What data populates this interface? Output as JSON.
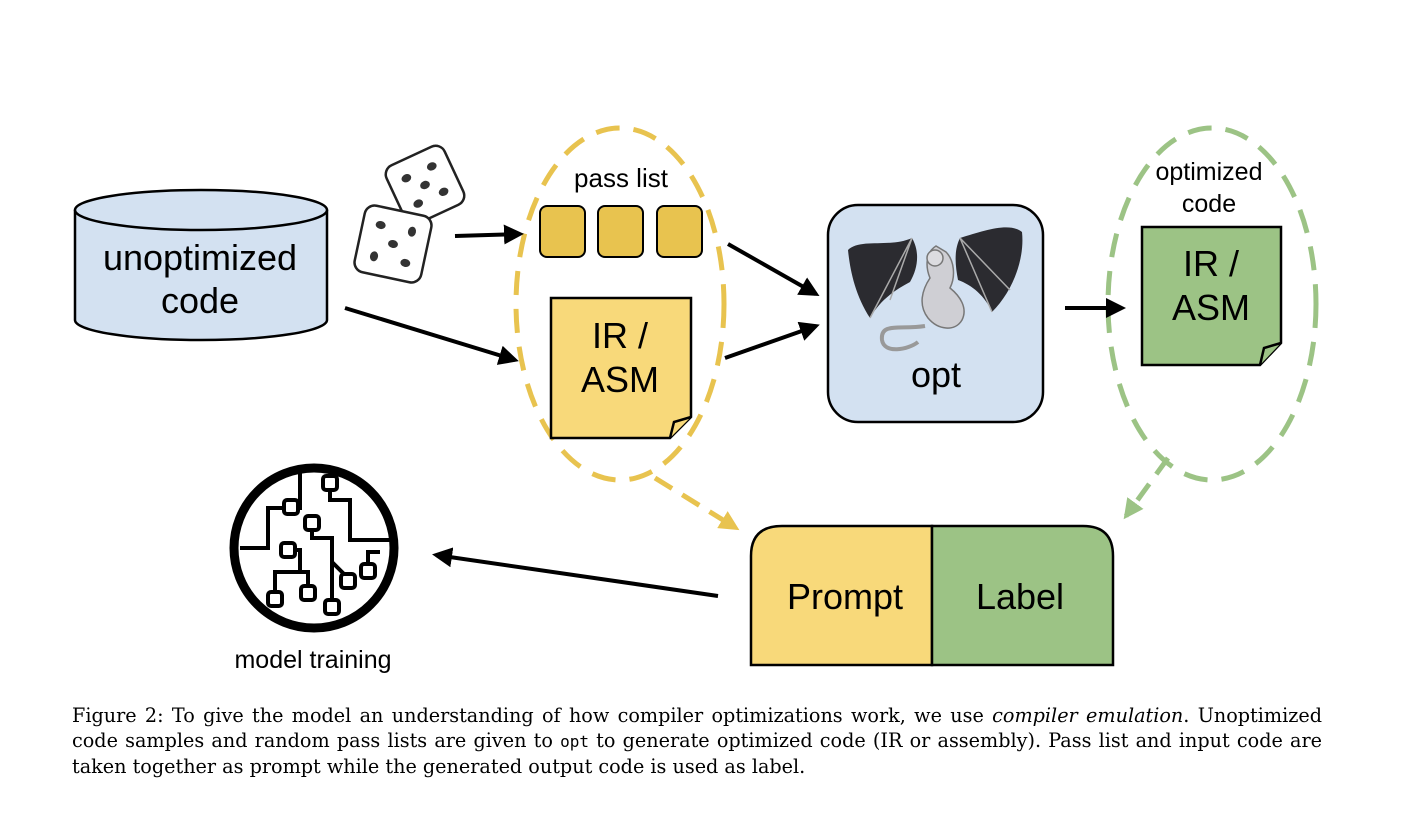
{
  "diagram": {
    "unoptimized_code_line1": "unoptimized",
    "unoptimized_code_line2": "code",
    "pass_list_label": "pass list",
    "input_doc_line1": "IR /",
    "input_doc_line2": "ASM",
    "opt_label": "opt",
    "optimized_code_line1": "optimized",
    "optimized_code_line2": "code",
    "output_doc_line1": "IR /",
    "output_doc_line2": "ASM",
    "prompt_label": "Prompt",
    "label_label": "Label",
    "model_training_label": "model training"
  },
  "caption": {
    "prefix": "Figure 2: To give the model an understanding of how compiler optimizations work, we use ",
    "emphasis": "compiler emulation",
    "middle": ". Unoptimized code samples and random pass lists are given to ",
    "code": "opt",
    "suffix": " to generate optimized code (IR or assembly). Pass list and input code are taken together as prompt while the generated output code is used as label."
  },
  "colors": {
    "yellow_fill": "#e8c34f",
    "light_yellow_fill": "#f8d97a",
    "green_fill": "#9cc385",
    "blue_fill": "#d3e1f1",
    "yellow_dash": "#e8c34f",
    "green_dash": "#9cc385"
  }
}
